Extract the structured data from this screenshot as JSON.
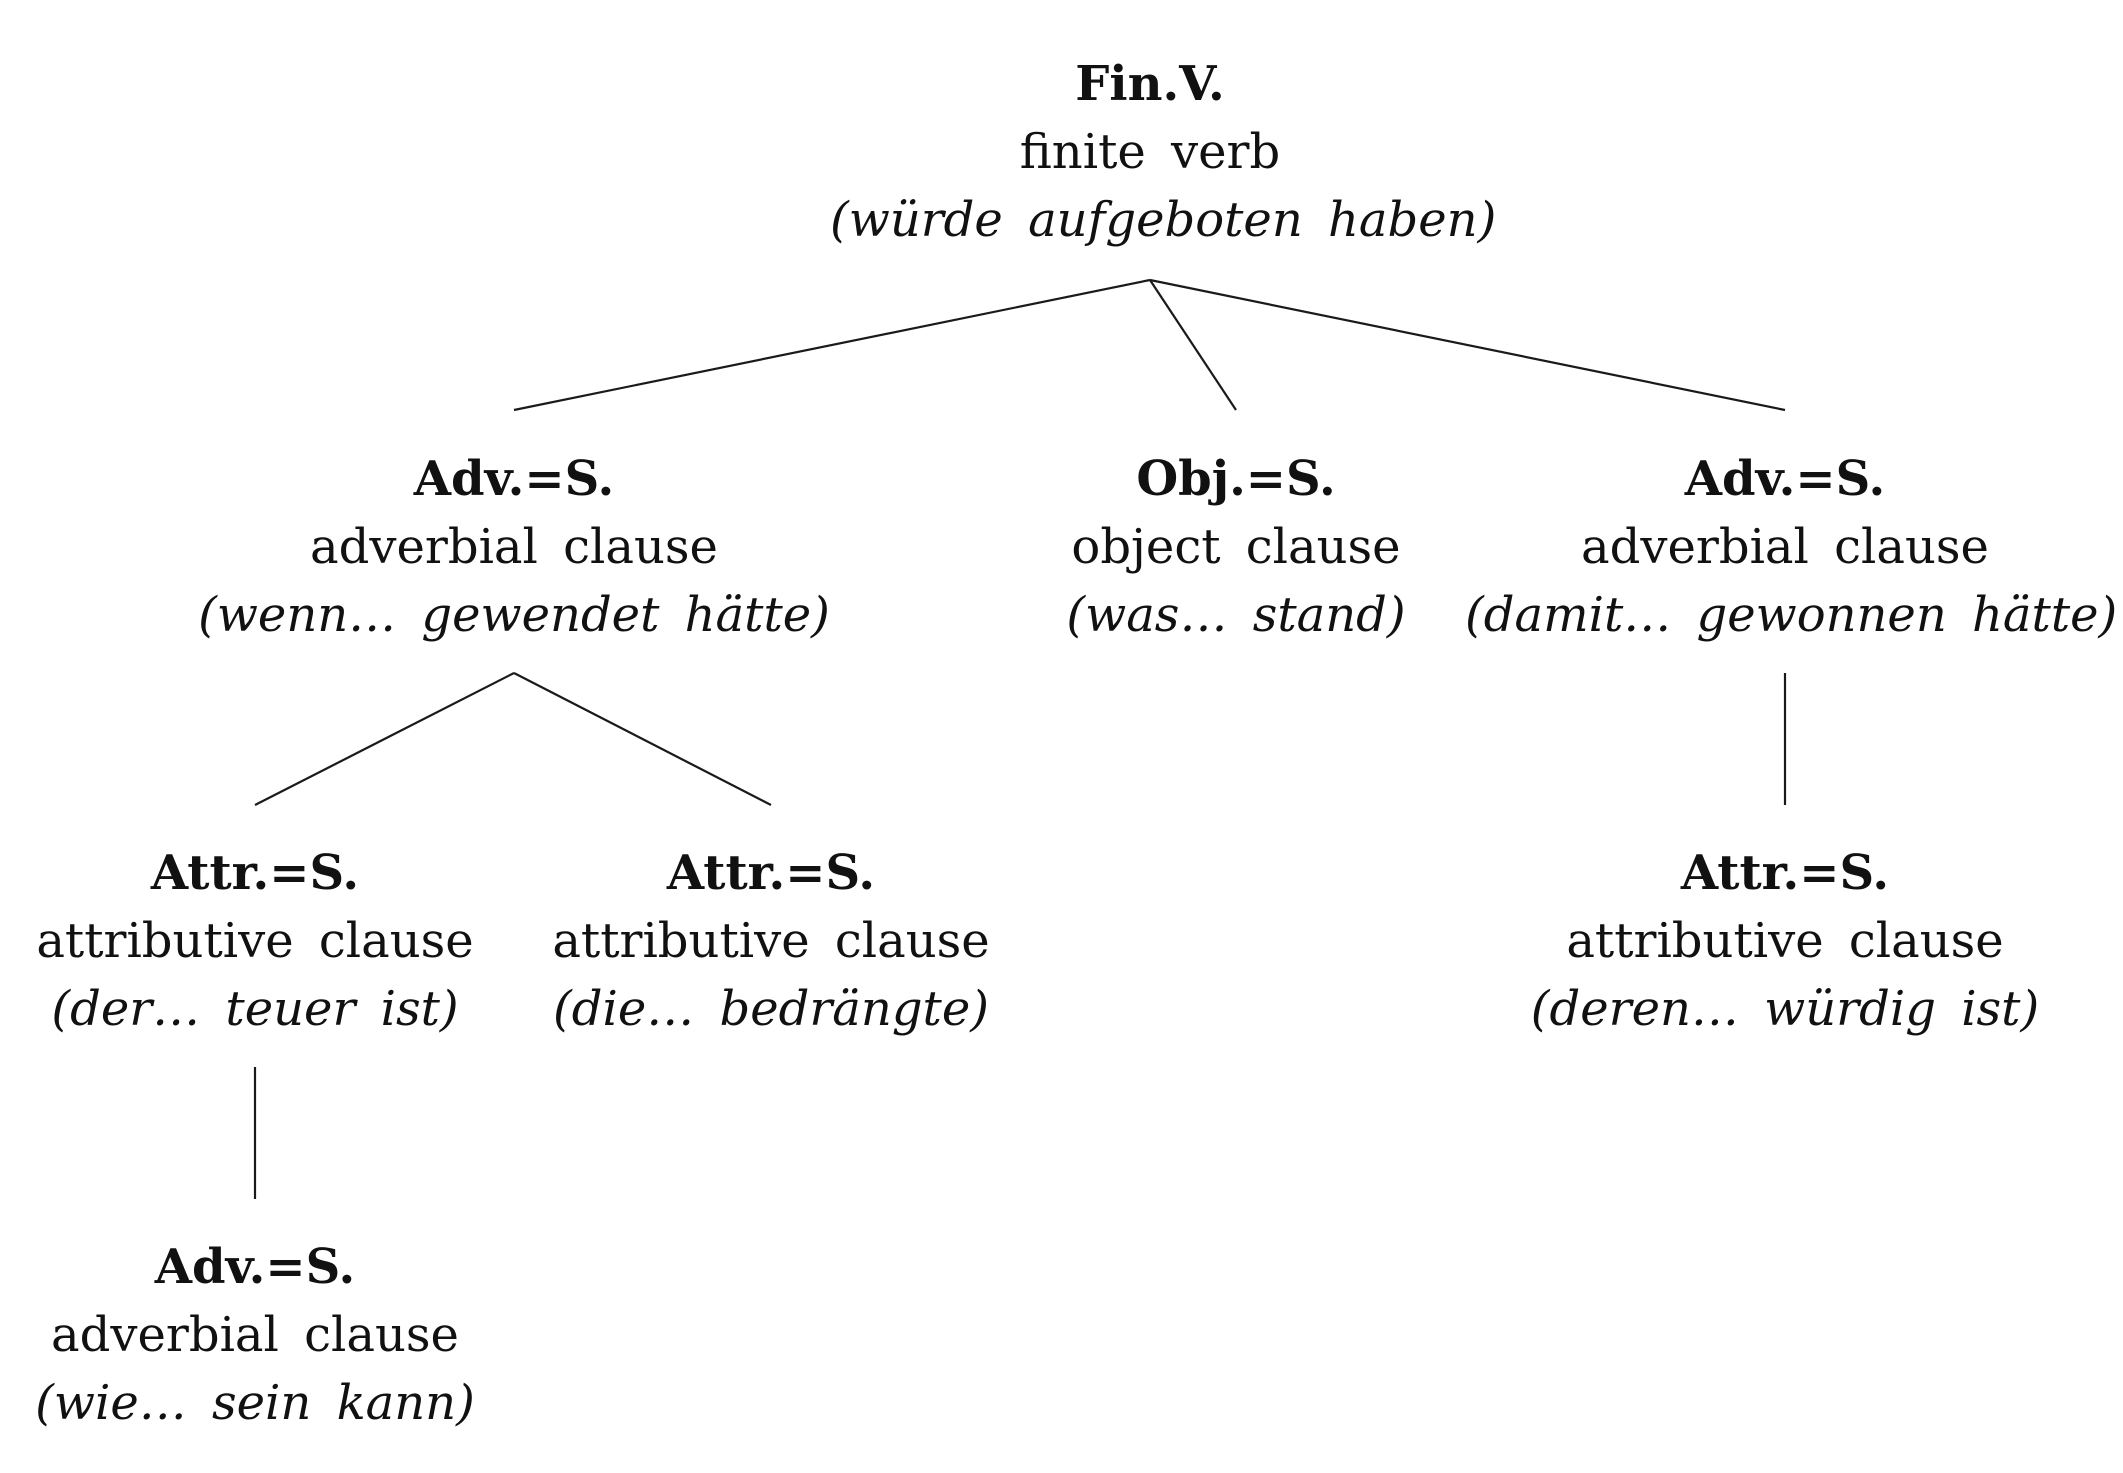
{
  "nodes": {
    "root": {
      "abbr": "Fin.V.",
      "gloss": "finite verb",
      "example": "(würde aufgeboten haben)"
    },
    "adv1": {
      "abbr": "Adv.=S.",
      "gloss": "adverbial clause",
      "example": "(wenn… gewendet hätte)"
    },
    "obj": {
      "abbr": "Obj.=S.",
      "gloss": "object clause",
      "example": "(was… stand)"
    },
    "adv2": {
      "abbr": "Adv.=S.",
      "gloss": "adverbial clause",
      "example": "(damit… gewonnen hätte)"
    },
    "attr1": {
      "abbr": "Attr.=S.",
      "gloss": "attributive clause",
      "example": "(der… teuer ist)"
    },
    "attr2": {
      "abbr": "Attr.=S.",
      "gloss": "attributive clause",
      "example": "(die… bedrängte)"
    },
    "attr3": {
      "abbr": "Attr.=S.",
      "gloss": "attributive clause",
      "example": "(deren… würdig ist)"
    },
    "adv3": {
      "abbr": "Adv.=S.",
      "gloss": "adverbial clause",
      "example": "(wie… sein kann)"
    }
  },
  "edges": [
    {
      "from": "root",
      "to": "adv1"
    },
    {
      "from": "root",
      "to": "obj"
    },
    {
      "from": "root",
      "to": "adv2"
    },
    {
      "from": "adv1",
      "to": "attr1"
    },
    {
      "from": "adv1",
      "to": "attr2"
    },
    {
      "from": "adv2",
      "to": "attr3"
    },
    {
      "from": "attr1",
      "to": "adv3"
    }
  ]
}
